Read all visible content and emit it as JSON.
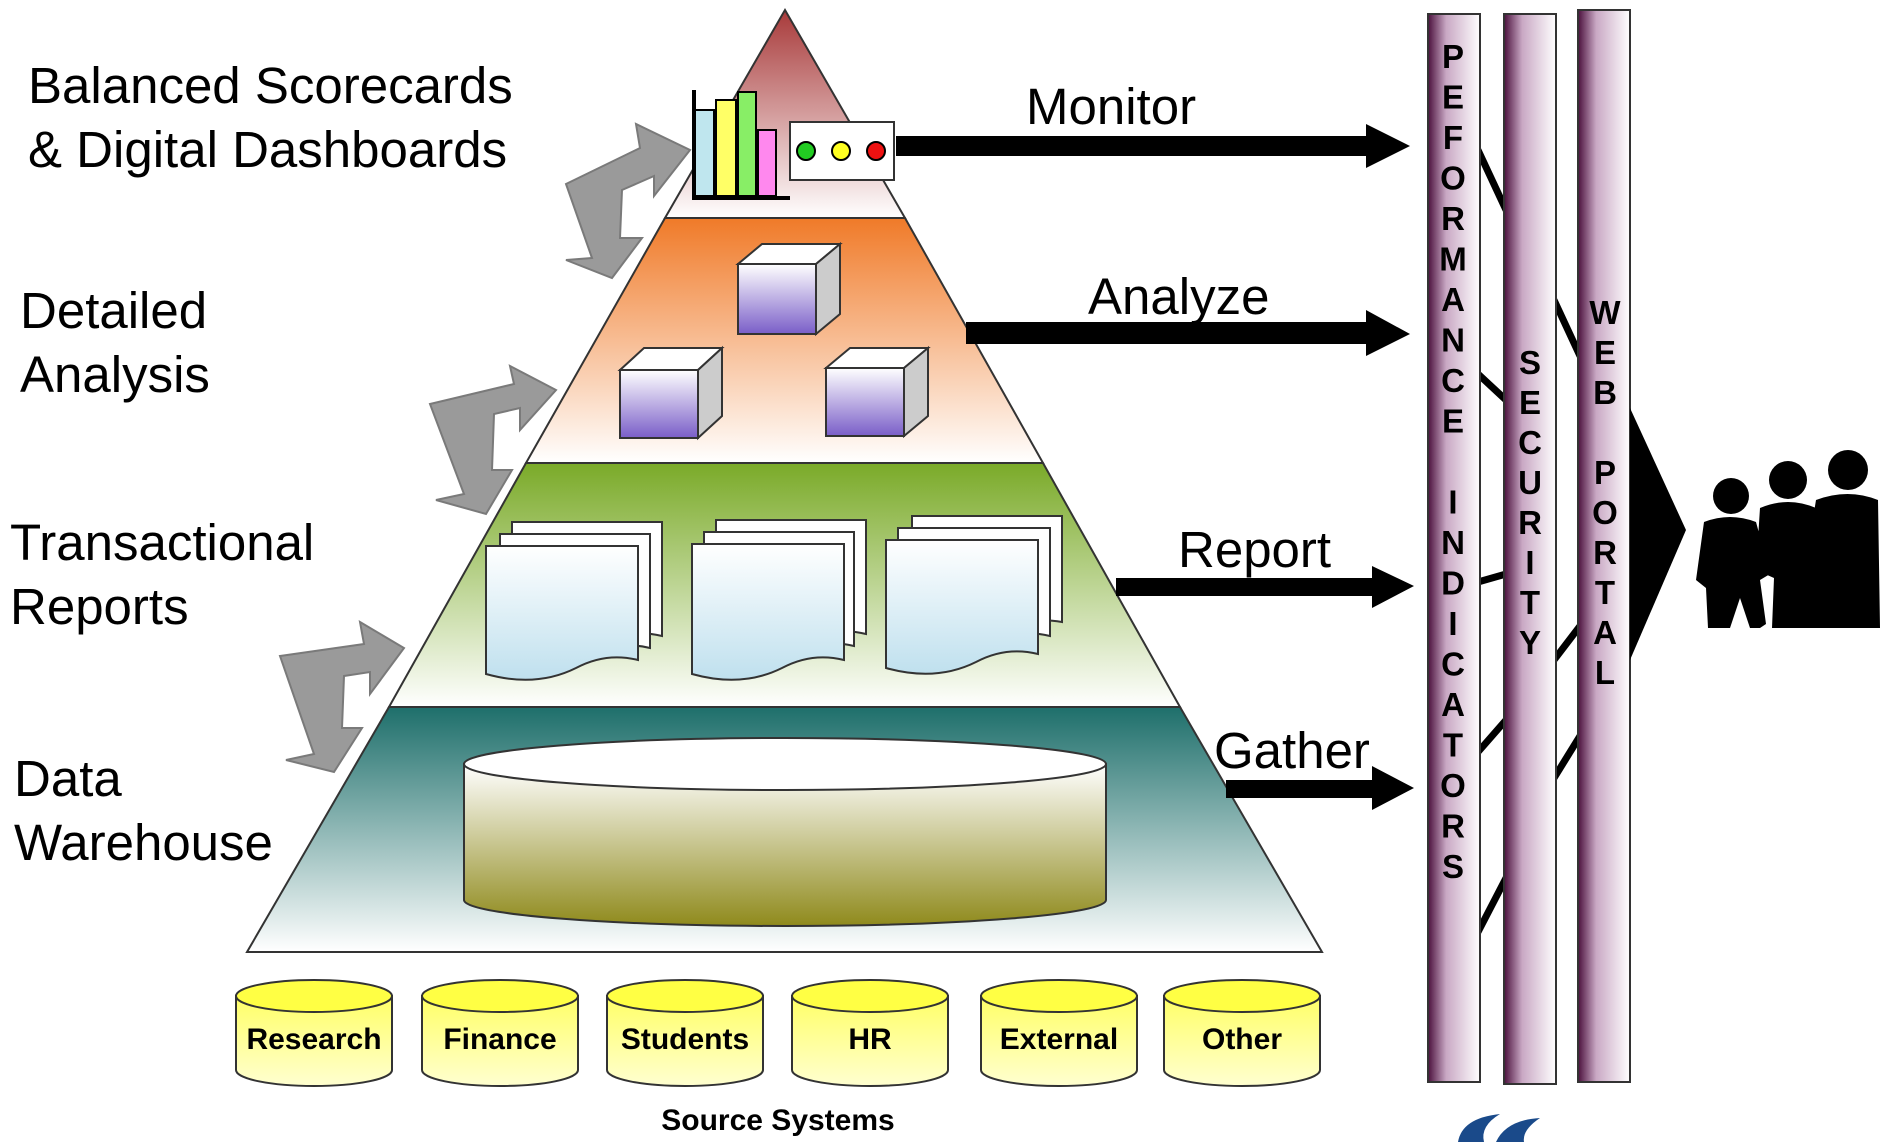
{
  "layers": [
    {
      "label_lines": [
        "Balanced Scorecards",
        "& Digital Dashboards"
      ],
      "action": "Monitor"
    },
    {
      "label_lines": [
        "Detailed",
        "Analysis"
      ],
      "action": "Analyze"
    },
    {
      "label_lines": [
        "Transactional",
        "Reports"
      ],
      "action": "Report"
    },
    {
      "label_lines": [
        "Data",
        "Warehouse"
      ],
      "action": "Gather"
    }
  ],
  "source_systems": {
    "title": "Source Systems",
    "items": [
      "Research",
      "Finance",
      "Students",
      "HR",
      "External",
      "Other"
    ]
  },
  "columns": [
    {
      "label": "PEFORMANCE INDICATORS",
      "letters": [
        "P",
        "E",
        "F",
        "O",
        "R",
        "M",
        "A",
        "N",
        "C",
        "E",
        "",
        "I",
        "N",
        "D",
        "I",
        "C",
        "A",
        "T",
        "O",
        "R",
        "S"
      ]
    },
    {
      "label": "SECURITY",
      "letters": [
        "S",
        "E",
        "C",
        "U",
        "R",
        "I",
        "T",
        "Y"
      ]
    },
    {
      "label": "WEB PORTAL",
      "letters": [
        "W",
        "E",
        "B",
        "",
        "P",
        "O",
        "R",
        "T",
        "A",
        "L"
      ]
    }
  ],
  "colors": {
    "top": "#a83a3a",
    "analysis": "#f07a28",
    "reports": "#7aaa28",
    "warehouse": "#1e6f6b",
    "arrow_gray": "#9a9a9a",
    "column_dark": "#5a1a4a",
    "source_yellow": "#ffff44"
  },
  "icons": [
    "bar-chart-icon",
    "traffic-light-icon",
    "cube-icon",
    "document-stack-icon",
    "cylinder-icon",
    "people-silhouette-icon",
    "company-logo-icon"
  ]
}
